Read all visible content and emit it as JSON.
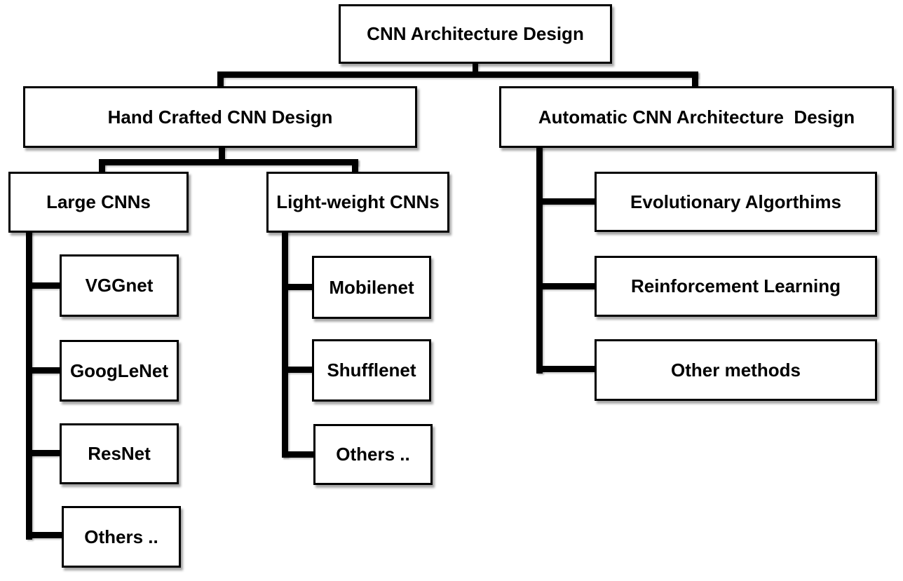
{
  "diagram": {
    "title": "CNN Architecture Design",
    "type": "hierarchy-tree",
    "nodes": {
      "root": {
        "label": "CNN Architecture Design",
        "level": 0
      },
      "hand_crafted": {
        "label": "Hand Crafted CNN Design",
        "level": 1
      },
      "automatic": {
        "label": "Automatic CNN Architecture  Design",
        "level": 1
      },
      "large_cnns": {
        "label": "Large CNNs",
        "level": 2
      },
      "light_weight": {
        "label": "Light-weight CNNs",
        "level": 2
      },
      "evolutionary": {
        "label": "Evolutionary Algorthims",
        "level": 2
      },
      "reinforcement": {
        "label": "Reinforcement Learning",
        "level": 2
      },
      "other_methods": {
        "label": "Other methods",
        "level": 2
      },
      "vggnet": {
        "label": "VGGnet",
        "level": 3
      },
      "googlenet": {
        "label": "GoogLeNet",
        "level": 3
      },
      "resnet": {
        "label": "ResNet",
        "level": 3
      },
      "others_large": {
        "label": "Others ..",
        "level": 3
      },
      "mobilenet": {
        "label": "Mobilenet",
        "level": 3
      },
      "shufflenet": {
        "label": "Shufflenet",
        "level": 3
      },
      "others_light": {
        "label": "Others ..",
        "level": 3
      }
    },
    "hierarchy": {
      "CNN Architecture Design": {
        "Hand Crafted CNN Design": {
          "Large CNNs": [
            "VGGnet",
            "GoogLeNet",
            "ResNet",
            "Others .."
          ],
          "Light-weight CNNs": [
            "Mobilenet",
            "Shufflenet",
            "Others .."
          ]
        },
        "Automatic CNN Architecture  Design": [
          "Evolutionary Algorthims",
          "Reinforcement Learning",
          "Other methods"
        ]
      }
    },
    "colors": {
      "background": "#ffffff",
      "box_fill": "#ffffff",
      "box_border": "#000000",
      "connector": "#000000",
      "text": "#000000"
    }
  }
}
